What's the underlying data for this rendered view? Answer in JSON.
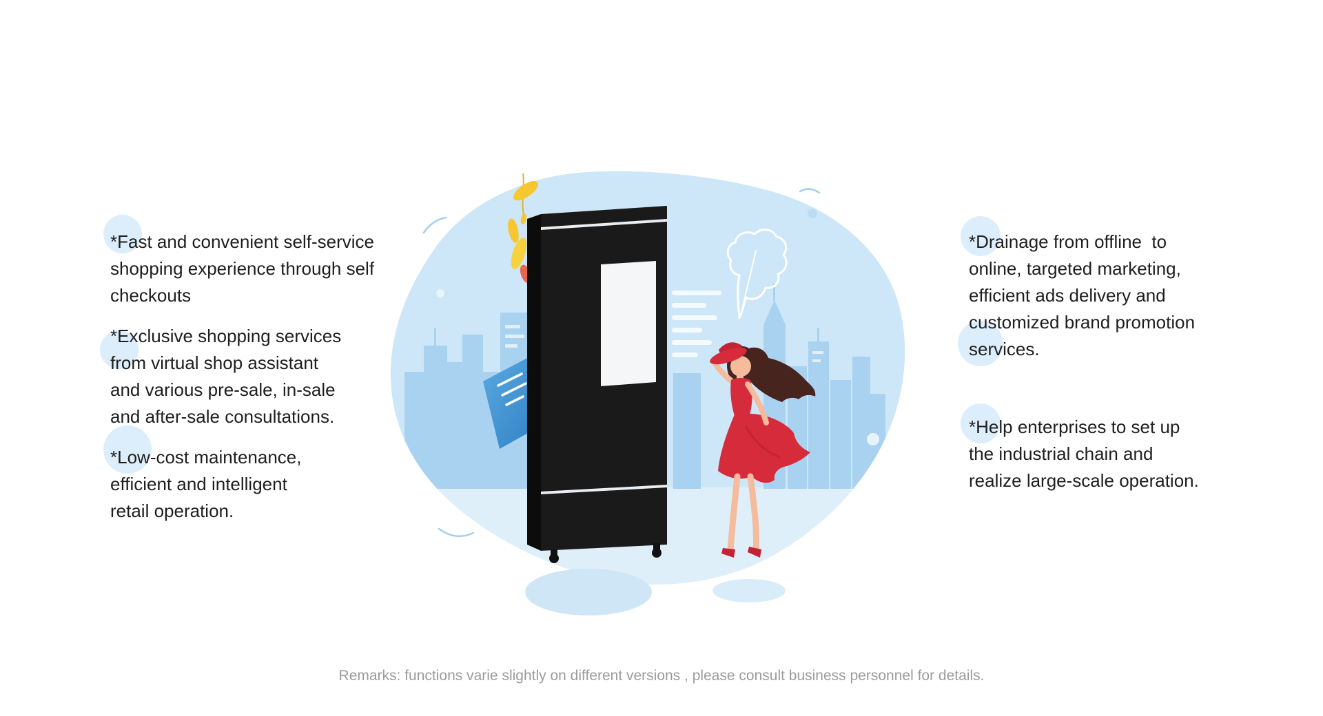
{
  "left_column": {
    "features": [
      {
        "text": "*Fast and convenient self-service\nshopping experience through self\ncheckouts"
      },
      {
        "text": "*Exclusive shopping services\nfrom virtual shop assistant\nand various pre-sale, in-sale\nand after-sale consultations."
      },
      {
        "text": "*Low-cost maintenance,\nefficient and intelligent\nretail operation."
      }
    ]
  },
  "right_column": {
    "features": [
      {
        "text": "*Drainage from offline  to\nonline, targeted marketing,\nefficient ads delivery and\ncustomized brand promotion\nservices."
      },
      {
        "text": "*Help enterprises to set up\nthe industrial chain and\nrealize large-scale operation."
      }
    ]
  },
  "footer": {
    "remarks": "Remarks: functions varie slightly on different versions , please consult business personnel for details."
  },
  "illustration": {
    "description": "Black self-service vending kiosk with white screen, woman in red dress and hat, light-blue city skyline blob, falling yellow leaves, blue card and white leaf outline decorations"
  },
  "colors": {
    "text": "#1e1e1e",
    "remarks_text": "#9b9b9b",
    "bubble_blue": "#dceefb",
    "accent_red": "#d62b3a",
    "accent_red_dark": "#c22433",
    "blob_blue": "#cde7f8",
    "ground_blue": "#dfeffa",
    "skyline_blue": "#a8d2ef",
    "shadow_blue": "#cfe6f7",
    "machine_black": "#1a1a1a",
    "machine_side": "#0c0c0c",
    "screen_white": "#f4f6f7",
    "card_blue": "#3f93d2",
    "leaf_yellow": "#f6c72f",
    "leaf_orange": "#e8654e",
    "hair_brown": "#47241e",
    "skin": "#f4bb9d"
  }
}
